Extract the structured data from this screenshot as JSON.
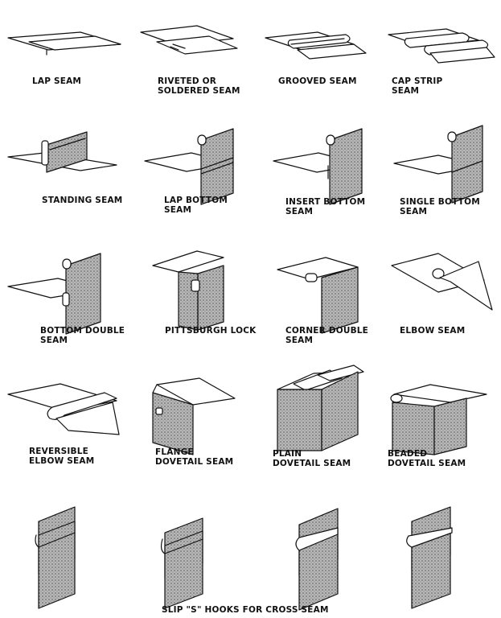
{
  "colors": {
    "ink": "#111111",
    "paper": "#ffffff",
    "stipple": "#a0a0a0"
  },
  "labels": {
    "lap_seam": "LAP SEAM",
    "riveted_seam": "RIVETED OR\nSOLDERED SEAM",
    "grooved_seam": "GROOVED SEAM",
    "cap_strip_seam": "CAP STRIP\nSEAM",
    "standing_seam": "STANDING SEAM",
    "lap_bottom_seam": "LAP BOTTOM\nSEAM",
    "insert_bottom_seam": "INSERT BOTTOM\nSEAM",
    "single_bottom_seam": "SINGLE BOTTOM\nSEAM",
    "bottom_double_seam": "BOTTOM DOUBLE\nSEAM",
    "pittsburgh_lock": "PITTSBURGH LOCK",
    "corner_double_seam": "CORNER DOUBLE\nSEAM",
    "elbow_seam": "ELBOW SEAM",
    "reversible_elbow_seam": "REVERSIBLE\nELBOW SEAM",
    "flange_dovetail_seam": "FLANGE\nDOVETAIL SEAM",
    "plain_dovetail_seam": "PLAIN\nDOVETAIL SEAM",
    "beaded_dovetail_seam": "BEADED\nDOVETAIL SEAM",
    "slip_s_hooks": "SLIP \"S\" HOOKS FOR CROSS SEAM"
  }
}
